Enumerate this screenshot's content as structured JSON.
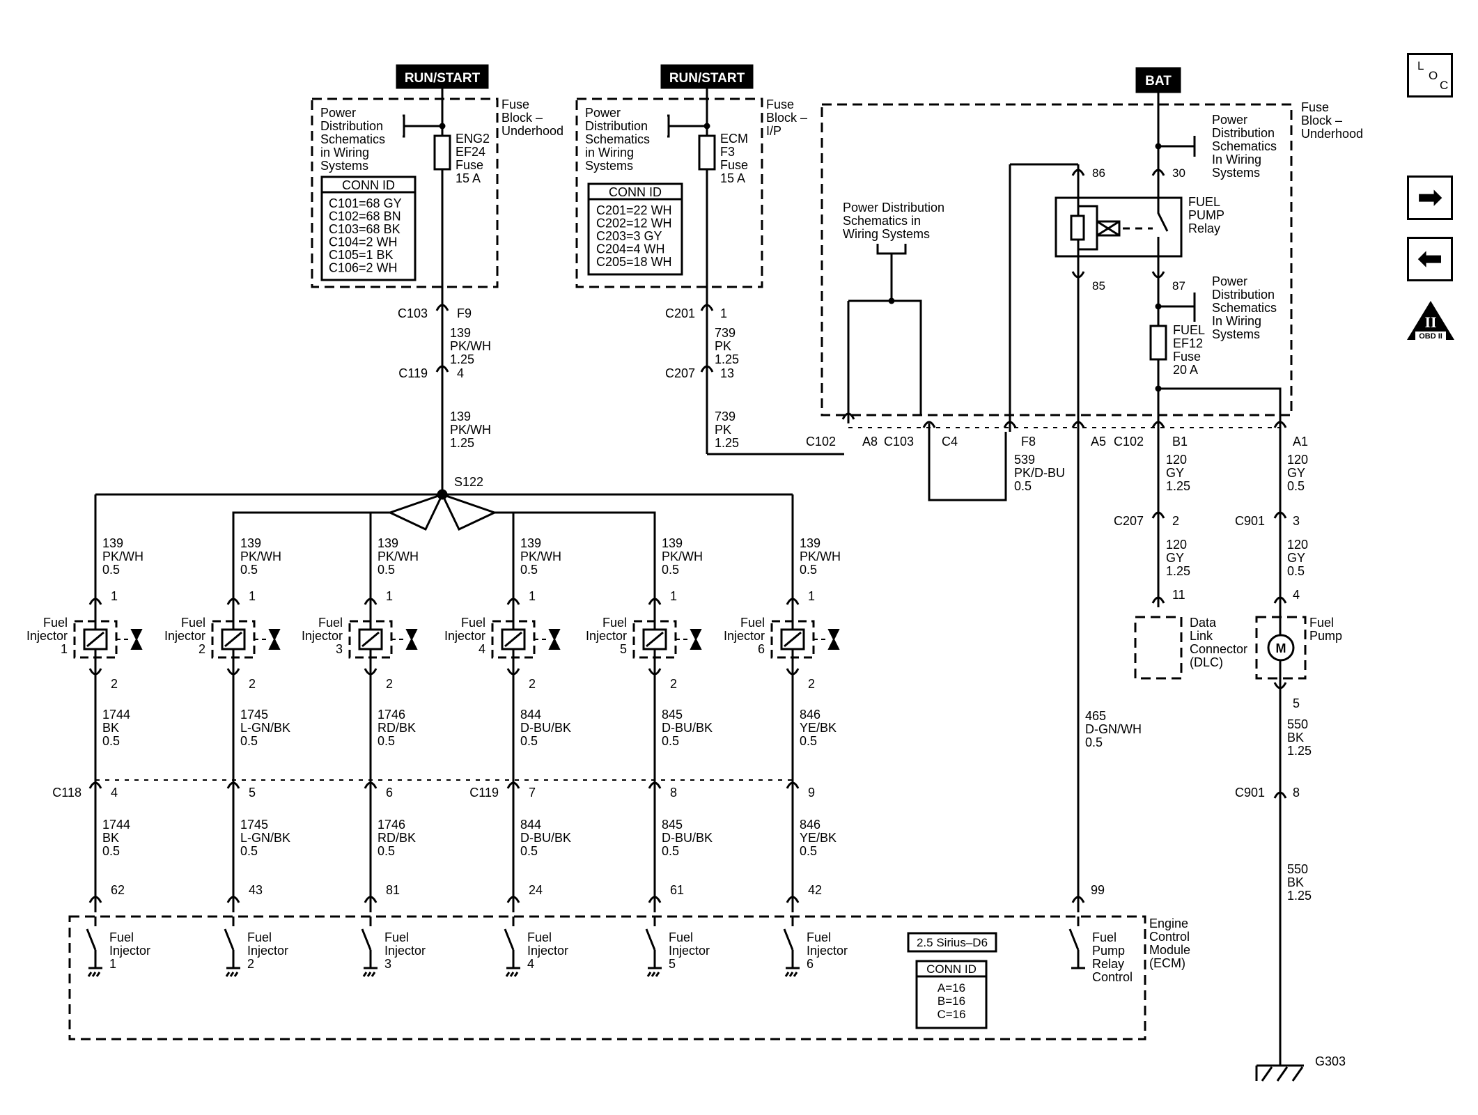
{
  "power_sources": {
    "run_start_1": "RUN/START",
    "run_start_2": "RUN/START",
    "bat": "BAT"
  },
  "fuse_block_underhood": {
    "title": [
      "Fuse",
      "Block –",
      "Underhood"
    ],
    "power_distribution": [
      "Power",
      "Distribution",
      "Schematics",
      "in Wiring",
      "Systems"
    ],
    "fuse": [
      "ENG2",
      "EF24",
      "Fuse",
      "15 A"
    ],
    "conn_id_title": "CONN ID",
    "conn_ids": [
      "C101=68 GY",
      "C102=68 BN",
      "C103=68 BK",
      "C104=2 WH",
      "C105=1 BK",
      "C106=2 WH"
    ]
  },
  "fuse_block_ip": {
    "title": [
      "Fuse",
      "Block –",
      "I/P"
    ],
    "power_distribution": [
      "Power",
      "Distribution",
      "Schematics",
      "in Wiring",
      "Systems"
    ],
    "fuse": [
      "ECM",
      "F3",
      "Fuse",
      "15 A"
    ],
    "conn_id_title": "CONN ID",
    "conn_ids": [
      "C201=22 WH",
      "C202=12 WH",
      "C203=3 GY",
      "C204=4 WH",
      "C205=18 WH"
    ]
  },
  "fuse_block_underhood_2": {
    "title": [
      "Fuse",
      "Block –",
      "Underhood"
    ],
    "power_distribution_top": [
      "Power",
      "Distribution",
      "Schematics",
      "In Wiring",
      "Systems"
    ],
    "power_distribution_mid": [
      "Power",
      "Distribution",
      "Schematics",
      "In Wiring",
      "Systems"
    ],
    "power_distribution_left": [
      "Power Distribution",
      "Schematics in",
      "Wiring Systems"
    ],
    "relay": [
      "FUEL",
      "PUMP",
      "Relay"
    ],
    "relay_pins": {
      "p86": "86",
      "p30": "30",
      "p85": "85",
      "p87": "87"
    },
    "fuse": [
      "FUEL",
      "EF12",
      "Fuse",
      "20 A"
    ]
  },
  "wires": {
    "c103": "C103",
    "f9": "F9",
    "w1": [
      "139",
      "PK/WH",
      "1.25"
    ],
    "c119": "C119",
    "c119_pin": "4",
    "w2": [
      "139",
      "PK/WH",
      "1.25"
    ],
    "c201": "C201",
    "c201_pin": "1",
    "w3": [
      "739",
      "PK",
      "1.25"
    ],
    "c207": "C207",
    "c207_pin": "13",
    "w4": [
      "739",
      "PK",
      "1.25"
    ],
    "s122": "S122",
    "c102_a8": "C102",
    "a8": "A8",
    "c103_c4": "C103",
    "c4": "C4",
    "f8": "F8",
    "w539": [
      "539",
      "PK/D-BU",
      "0.5"
    ],
    "a5": "A5",
    "c102_b1": "C102",
    "b1": "B1",
    "a1": "A1",
    "w120a": [
      "120",
      "GY",
      "1.25"
    ],
    "w120b": [
      "120",
      "GY",
      "0.5"
    ],
    "c207b": "C207",
    "c207b_pin": "2",
    "c901a": "C901",
    "c901a_pin": "3",
    "w120c": [
      "120",
      "GY",
      "1.25"
    ],
    "w120d": [
      "120",
      "GY",
      "0.5"
    ],
    "dlc_pin": "11",
    "dlc": [
      "Data",
      "Link",
      "Connector",
      "(DLC)"
    ],
    "pump_pin": "4",
    "pump": [
      "Fuel",
      "Pump"
    ],
    "pump_pin2": "5",
    "w550a": [
      "550",
      "BK",
      "1.25"
    ],
    "c901b": "C901",
    "c901b_pin": "8",
    "w550b": [
      "550",
      "BK",
      "1.25"
    ],
    "g303": "G303",
    "w465": [
      "465",
      "D-GN/WH",
      "0.5"
    ],
    "ecm_pin_99": "99"
  },
  "injectors": [
    {
      "num": "1",
      "top": [
        "139",
        "PK/WH",
        "0.5"
      ],
      "wire": [
        "1744",
        "BK",
        "0.5"
      ],
      "conn_pin": "4",
      "ecm_pin": "62"
    },
    {
      "num": "2",
      "top": [
        "139",
        "PK/WH",
        "0.5"
      ],
      "wire": [
        "1745",
        "L-GN/BK",
        "0.5"
      ],
      "conn_pin": "5",
      "ecm_pin": "43"
    },
    {
      "num": "3",
      "top": [
        "139",
        "PK/WH",
        "0.5"
      ],
      "wire": [
        "1746",
        "RD/BK",
        "0.5"
      ],
      "conn_pin": "6",
      "ecm_pin": "81"
    },
    {
      "num": "4",
      "top": [
        "139",
        "PK/WH",
        "0.5"
      ],
      "wire": [
        "844",
        "D-BU/BK",
        "0.5"
      ],
      "conn_pin": "7",
      "ecm_pin": "24"
    },
    {
      "num": "5",
      "top": [
        "139",
        "PK/WH",
        "0.5"
      ],
      "wire": [
        "845",
        "D-BU/BK",
        "0.5"
      ],
      "conn_pin": "8",
      "ecm_pin": "61"
    },
    {
      "num": "6",
      "top": [
        "139",
        "PK/WH",
        "0.5"
      ],
      "wire": [
        "846",
        "YE/BK",
        "0.5"
      ],
      "conn_pin": "9",
      "ecm_pin": "42"
    }
  ],
  "injector_common": {
    "pin1": "1",
    "pin2": "2",
    "label": [
      "Fuel",
      "Injector"
    ],
    "c118": "C118",
    "c119": "C119"
  },
  "ecm": {
    "title": [
      "Engine",
      "Control",
      "Module",
      "(ECM)"
    ],
    "variant": "2.5 Sirius–D6",
    "conn_id_title": "CONN ID",
    "conn_ids": [
      "A=16",
      "B=16",
      "C=16"
    ],
    "injector_label": [
      "Fuel",
      "Injector"
    ],
    "relay_control": [
      "Fuel",
      "Pump",
      "Relay",
      "Control"
    ]
  },
  "sidebar": {
    "loc": [
      "L",
      "O",
      "C"
    ],
    "obd": "OBD II",
    "obd_roman": "II"
  }
}
